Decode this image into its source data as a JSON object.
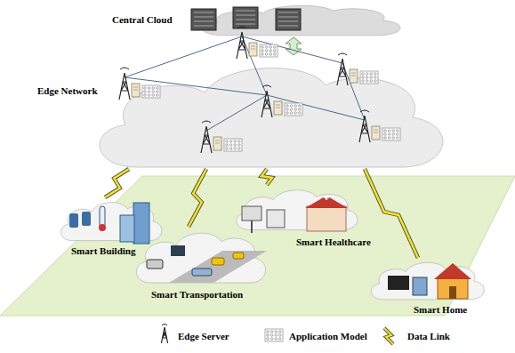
{
  "diagram": {
    "nodes": [
      {
        "text": [
          "Central Cloud"
        ]
      },
      {
        "text": [
          "Edge Network"
        ]
      },
      {
        "text": [
          "Smart Building"
        ]
      },
      {
        "text": [
          "Smart Healthcare"
        ]
      },
      {
        "text": [
          "Smart Transportation"
        ]
      },
      {
        "text": [
          "Smart Home"
        ]
      }
    ],
    "edges": [
      {
        "from": 0,
        "to": 1,
        "arrow": "both"
      },
      {
        "from": 1,
        "to": 2,
        "arrow": "none"
      },
      {
        "from": 1,
        "to": 3,
        "arrow": "none"
      },
      {
        "from": 1,
        "to": 4,
        "arrow": "none"
      },
      {
        "from": 1,
        "to": 5,
        "arrow": "none"
      }
    ],
    "legend": [
      {
        "text": "Edge Server"
      },
      {
        "text": "Application Model"
      },
      {
        "text": "Data Link"
      }
    ]
  }
}
